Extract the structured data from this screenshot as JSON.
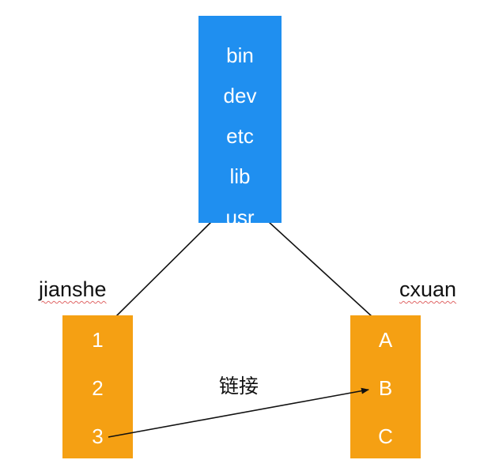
{
  "root_directory": {
    "entries": [
      "bin",
      "dev",
      "etc",
      "lib",
      "usr"
    ]
  },
  "user_directories": [
    {
      "name": "jianshe",
      "entries": [
        "1",
        "2",
        "3"
      ]
    },
    {
      "name": "cxuan",
      "entries": [
        "A",
        "B",
        "C"
      ]
    }
  ],
  "link": {
    "label": "链接",
    "from": "3",
    "to": "B"
  },
  "colors": {
    "root_box": "#1f8ff0",
    "user_box": "#f5a013",
    "entry_text": "#ffffff",
    "connector": "#111111"
  }
}
